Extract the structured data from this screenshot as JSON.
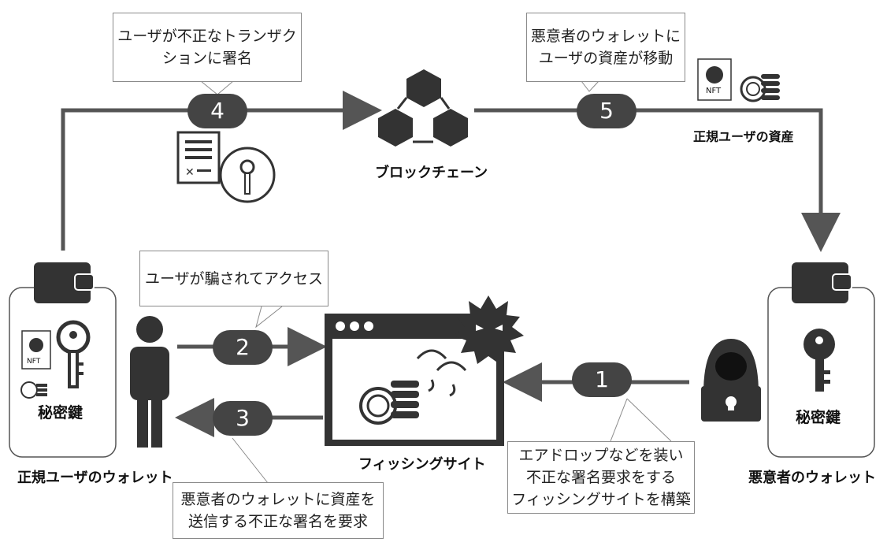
{
  "callouts": {
    "step4": [
      "ユーザが不正なトランザク",
      "ションに署名"
    ],
    "step5": [
      "悪意者のウォレットに",
      "ユーザの資産が移動"
    ],
    "step2": [
      "ユーザが騙されてアクセス"
    ],
    "step3": [
      "悪意者のウォレットに資産を",
      "送信する不正な署名を要求"
    ],
    "step1": [
      "エアドロップなどを装い",
      "不正な署名要求をする",
      "フィッシングサイトを構築"
    ]
  },
  "steps": {
    "s1": "1",
    "s2": "2",
    "s3": "3",
    "s4": "4",
    "s5": "5"
  },
  "labels": {
    "blockchain": "ブロックチェーン",
    "legit_assets": "正規ユーザの資産",
    "phishing_site": "フィッシングサイト",
    "user_wallet": "正規ユーザのウォレット",
    "attacker_wallet": "悪意者のウォレット",
    "private_key_user": "秘密鍵",
    "private_key_attacker": "秘密鍵",
    "nft_small": "NFT",
    "nft_top": "NFT"
  },
  "icons": [
    "wallet-icon",
    "key-icon",
    "nft-icon",
    "coin-icon",
    "person-icon",
    "hacker-icon",
    "blockchain-icon",
    "contract-icon",
    "virus-icon",
    "browser-window-icon"
  ],
  "colors": {
    "dark": "#333333",
    "line": "#555555",
    "pill": "#444444",
    "border": "#8a8a8a"
  }
}
